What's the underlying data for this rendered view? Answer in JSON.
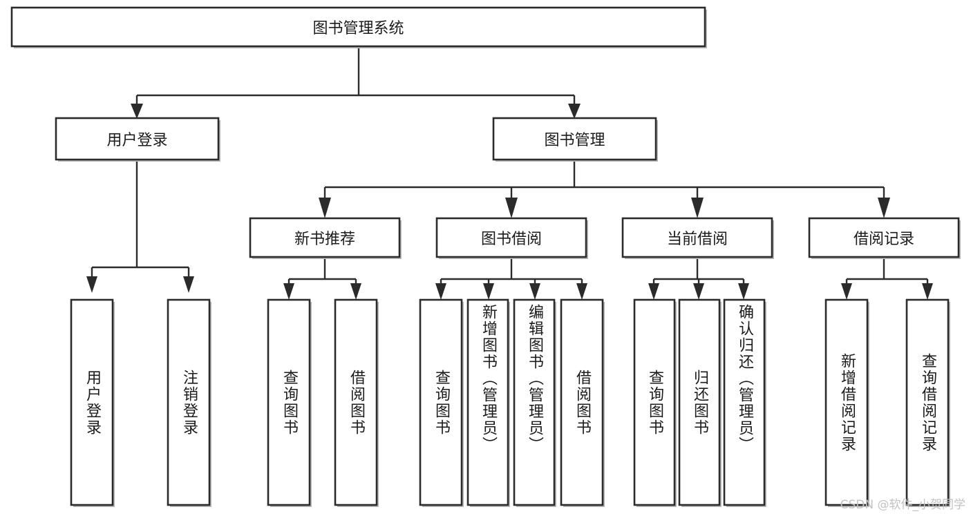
{
  "diagram": {
    "type": "tree",
    "title": "图书管理系统",
    "watermark": "CSDN @软件_小贺同学",
    "root": {
      "id": "root",
      "label": "图书管理系统",
      "orientation": "horizontal"
    },
    "level2": [
      {
        "id": "user-login",
        "label": "用户登录",
        "orientation": "horizontal"
      },
      {
        "id": "book-manage",
        "label": "图书管理",
        "orientation": "horizontal"
      }
    ],
    "level3": [
      {
        "id": "new-book-rec",
        "label": "新书推荐",
        "parent": "book-manage",
        "orientation": "horizontal"
      },
      {
        "id": "book-borrow",
        "label": "图书借阅",
        "parent": "book-manage",
        "orientation": "horizontal"
      },
      {
        "id": "current-borrow",
        "label": "当前借阅",
        "parent": "book-manage",
        "orientation": "horizontal"
      },
      {
        "id": "borrow-record",
        "label": "借阅记录",
        "parent": "book-manage",
        "orientation": "horizontal"
      }
    ],
    "leaves": [
      {
        "id": "leaf-user-login",
        "label": "用户登录",
        "parent": "user-login",
        "orientation": "vertical",
        "align": "middle"
      },
      {
        "id": "leaf-logout",
        "label": "注销登录",
        "parent": "user-login",
        "orientation": "vertical",
        "align": "middle"
      },
      {
        "id": "leaf-query-book-1",
        "label": "查询图书",
        "parent": "new-book-rec",
        "orientation": "vertical",
        "align": "middle"
      },
      {
        "id": "leaf-borrow-book-1",
        "label": "借阅图书",
        "parent": "new-book-rec",
        "orientation": "vertical",
        "align": "middle"
      },
      {
        "id": "leaf-query-book-2",
        "label": "查询图书",
        "parent": "book-borrow",
        "orientation": "vertical",
        "align": "middle"
      },
      {
        "id": "leaf-add-book",
        "label": "新增图书（管理员）",
        "parent": "book-borrow",
        "orientation": "vertical",
        "align": "top"
      },
      {
        "id": "leaf-edit-book",
        "label": "编辑图书（管理员）",
        "parent": "book-borrow",
        "orientation": "vertical",
        "align": "top"
      },
      {
        "id": "leaf-borrow-book-2",
        "label": "借阅图书",
        "parent": "book-borrow",
        "orientation": "vertical",
        "align": "middle"
      },
      {
        "id": "leaf-query-book-3",
        "label": "查询图书",
        "parent": "current-borrow",
        "orientation": "vertical",
        "align": "middle"
      },
      {
        "id": "leaf-return-book",
        "label": "归还图书",
        "parent": "current-borrow",
        "orientation": "vertical",
        "align": "middle"
      },
      {
        "id": "leaf-confirm-return",
        "label": "确认归还（管理员）",
        "parent": "current-borrow",
        "orientation": "vertical",
        "align": "top"
      },
      {
        "id": "leaf-add-record",
        "label": "新增借阅记录",
        "parent": "borrow-record",
        "orientation": "vertical",
        "align": "middle"
      },
      {
        "id": "leaf-query-record",
        "label": "查询借阅记录",
        "parent": "borrow-record",
        "orientation": "vertical",
        "align": "middle"
      }
    ],
    "colors": {
      "box_stroke": "#2b2b2b",
      "box_fill": "#ffffff",
      "text": "#1b1b1b",
      "shadow": "#b9b9b9",
      "watermark": "#c2c2c2",
      "background": "#ffffff"
    }
  }
}
